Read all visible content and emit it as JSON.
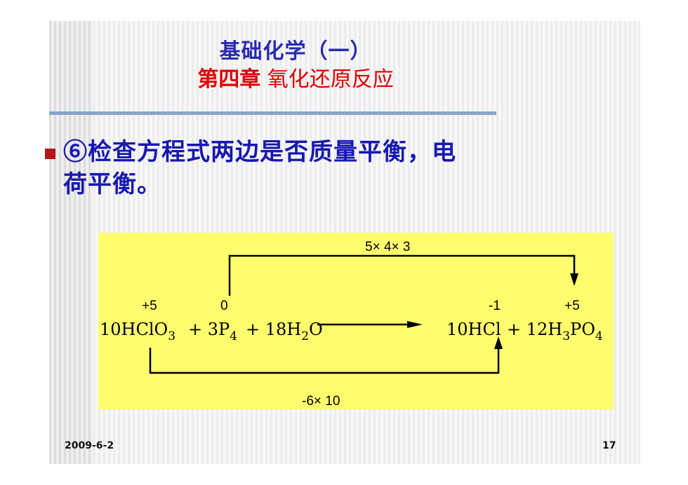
{
  "slide": {
    "title_line1": "基础化学（一）",
    "title_chapter": "第四章",
    "title_topic": " 氧化还原反应",
    "bullet_line1": "⑥检查方程式两边是否质量平衡，电",
    "bullet_line2": "荷平衡。",
    "footer_date": "2009-6-2",
    "footer_page": "17"
  },
  "equation": {
    "top_annotation": "5× 4× 3",
    "bottom_annotation": "-6× 10",
    "ox_cl_left": "+5",
    "ox_p_left": "0",
    "ox_cl_right": "-1",
    "ox_p_right": "+5",
    "reactant1": "10HClO",
    "reactant1_sub": "3",
    "plus1": "+ 3P",
    "reactant2_sub": "4",
    "plus2": "+ 18H",
    "reactant3_sub": "2",
    "reactant3_tail": "O",
    "product1": "10HCl",
    "plus3": "+ 12H",
    "product2_sub1": "3",
    "product2_mid": "PO",
    "product2_sub2": "4"
  },
  "colors": {
    "title_blue": "#2a2ab0",
    "title_red": "#e00000",
    "bullet_blue": "#1818b0",
    "bullet_square": "#b01a1a",
    "panel_yellow": "#fffd6e",
    "divider": "#8aa4c8"
  }
}
